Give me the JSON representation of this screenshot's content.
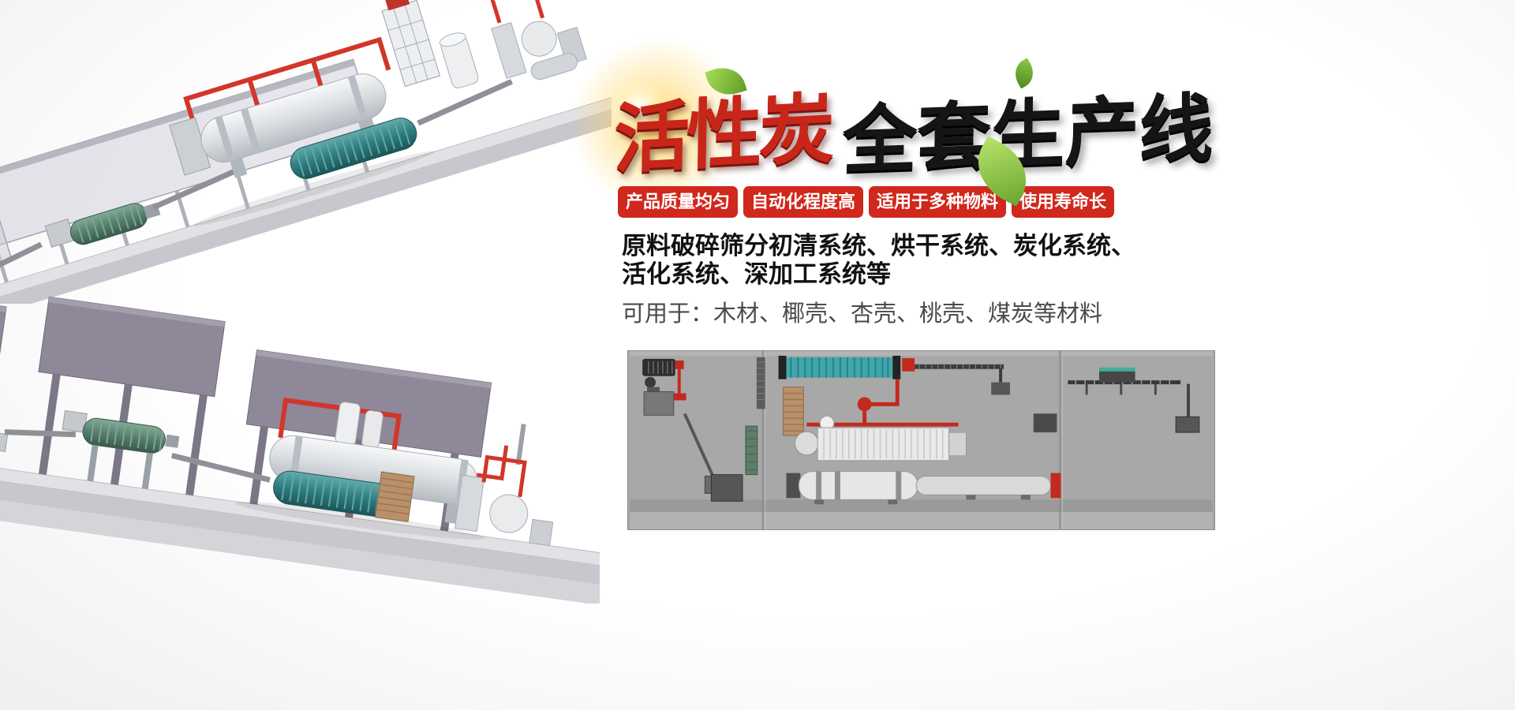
{
  "title": {
    "red": "活性炭",
    "black": "全套生产线"
  },
  "badges": [
    "产品质量均匀",
    "自动化程度高",
    "适用于多种物料",
    "使用寿命长"
  ],
  "description": {
    "line1": "原料破碎筛分初清系统、烘干系统、炭化系统、",
    "line2": "活化系统、深加工系统等",
    "line3": "可用于：木材、椰壳、杏壳、桃壳、煤炭等材料"
  },
  "colors": {
    "badge_red": "#d0281c",
    "title_red": "#c9261a",
    "title_black": "#151515",
    "leaf_green": "#7fc241",
    "pipe_red": "#d2352a",
    "drum_teal": "#2f7d7f",
    "drum_green": "#57806f",
    "wall_purple": "#8e8898",
    "schematic_bg": "#a8a8a8"
  },
  "icons": {
    "leaf-icon": "css-leaf-shape",
    "starburst-glow-icon": "radial-gradient",
    "sparkle-icon": "radial-gradient"
  }
}
